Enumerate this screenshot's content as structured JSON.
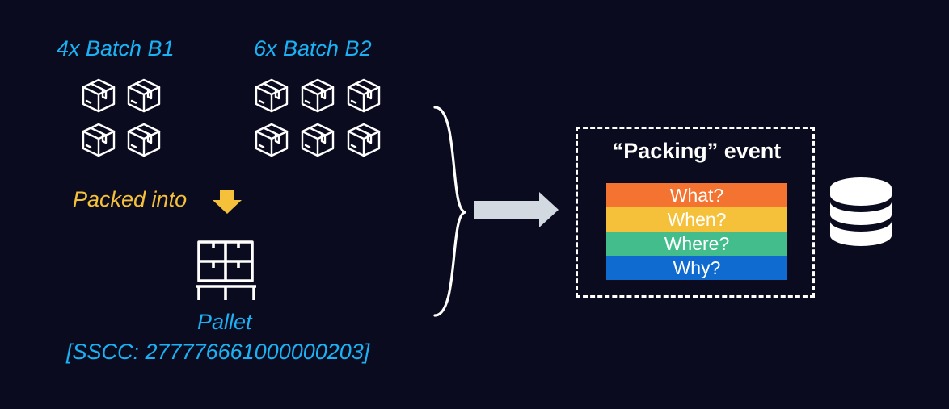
{
  "batches": {
    "batch1_label": "4x Batch B1",
    "batch2_label": "6x Batch B2",
    "batch1_count": 4,
    "batch2_count": 6
  },
  "packing": {
    "label": "Packed into",
    "arrow_icon": "arrow-down-icon"
  },
  "pallet": {
    "icon": "pallet-icon",
    "label": "Pallet",
    "sscc": "[SSCC: 277776661000000203]"
  },
  "event": {
    "title": "“Packing” event",
    "questions": [
      {
        "label": "What?",
        "color": "#f47330"
      },
      {
        "label": "When?",
        "color": "#f5c03a"
      },
      {
        "label": "Where?",
        "color": "#44bd8d"
      },
      {
        "label": "Why?",
        "color": "#0f6bd0"
      }
    ]
  },
  "icons": {
    "box": "package-box-icon",
    "database": "database-icon",
    "brace": "curly-brace",
    "flow_arrow": "arrow-right-icon"
  },
  "colors": {
    "background": "#0a0b1e",
    "accent_blue": "#1ab2f5",
    "accent_yellow": "#f5c03a",
    "foreground": "#ffffff"
  }
}
